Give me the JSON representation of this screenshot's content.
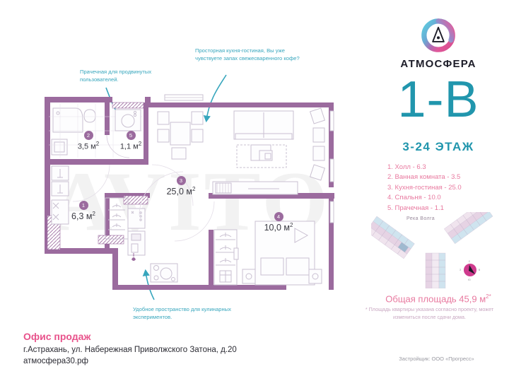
{
  "brand": {
    "name": "АТМОСФЕРА",
    "logo_icon": "atmosphere-circle-logo",
    "colors": {
      "teal": "#2196ad",
      "pink": "#e8799f",
      "magenta": "#e8528b",
      "wall_purple": "#9b6b9e"
    }
  },
  "watermark": {
    "text": "AVITO"
  },
  "plan": {
    "title": "1-В",
    "floors": "3-24 ЭТАЖ",
    "rooms": [
      {
        "num": "1",
        "name": "Холл",
        "area": "6.3",
        "label": "1. Холл - 6.3"
      },
      {
        "num": "2",
        "name": "Ванная комната",
        "area": "3.5",
        "label": "2. Ванная комната - 3.5"
      },
      {
        "num": "3",
        "name": "Кухня-гостиная",
        "area": "25.0",
        "label": "3. Кухня-гостиная - 25.0"
      },
      {
        "num": "4",
        "name": "Спальня",
        "area": "10.0",
        "label": "4. Спальня - 10.0"
      },
      {
        "num": "5",
        "name": "Прачечная",
        "area": "1.1",
        "label": "5. Прачечная - 1.1"
      }
    ],
    "room_tags": [
      {
        "num": "2",
        "area": "3,5 м"
      },
      {
        "num": "5",
        "area": "1,1 м"
      },
      {
        "num": "3",
        "area": "25,0 м"
      },
      {
        "num": "1",
        "area": "6,3 м"
      },
      {
        "num": "4",
        "area": "10,0 м"
      }
    ],
    "total_area_label": "Общая площадь 45,9 м",
    "total_area_sup": "2*",
    "disclaimer": "* Площадь квартиры указана согласно проекту, может измениться после сдачи дома."
  },
  "site": {
    "river_label": "Река Волга",
    "compass_icon": "compass-rose-icon"
  },
  "callouts": [
    {
      "id": "kitchen",
      "text": "Просторная кухня-гостиная, Вы уже чувствуете запах свежесваренного кофе?"
    },
    {
      "id": "laundry",
      "text": "Прачечная для продвинутых пользователей."
    },
    {
      "id": "cooking",
      "text": "Удобное пространство для кулинарных экспериментов."
    }
  ],
  "sales_office": {
    "title": "Офис продаж",
    "address": "г.Астрахань, ул. Набережная Приволжского Затона, д.20",
    "website": "атмосфера30.рф"
  },
  "developer": {
    "text": "Застройщик: ООО «Прогресс»"
  }
}
